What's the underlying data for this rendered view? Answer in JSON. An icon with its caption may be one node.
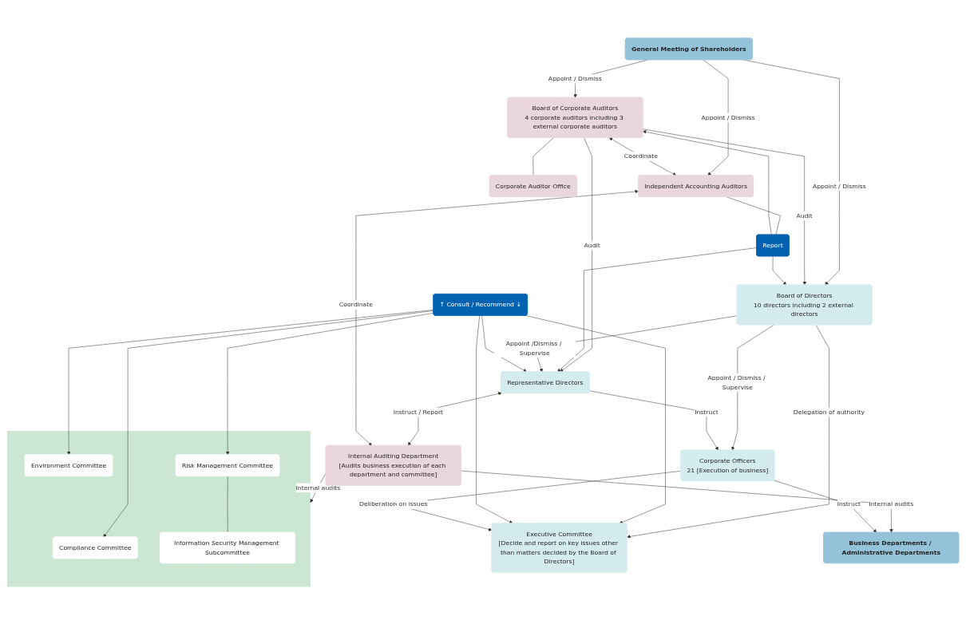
{
  "diagram": {
    "nodes": [
      {
        "text": [
          "General Meeting of Shareholders"
        ]
      },
      {
        "text": [
          "Board of Directors",
          "10 directors including 2 external directors"
        ]
      },
      {
        "text": [
          "Board of Corporate Auditors",
          "4 corporate auditors including 3 external corporate auditors"
        ]
      },
      {
        "text": [
          "Corporate Auditor Office"
        ]
      },
      {
        "text": [
          "Representative Directors"
        ]
      },
      {
        "text": [
          "Report"
        ]
      },
      {
        "text": [
          "Independent Accounting Auditors"
        ]
      },
      {
        "text": [
          "Executive Committee",
          "[Decide and report on key issues other than matters decided by the Board of Directors]"
        ]
      },
      {
        "text": [
          "↑ Consult / Recommend ↓"
        ]
      },
      {
        "text": [],
        "shape": "box"
      },
      {
        "text": [
          "Compliance Committee"
        ],
        "in": 9
      },
      {
        "text": [
          "Environment Committee"
        ],
        "in": 9
      },
      {
        "text": [
          "Risk Management Committee"
        ],
        "in": 9
      },
      {
        "text": [
          "Information Security Management Subcommittee"
        ],
        "in": 9
      },
      {
        "text": [
          "Internal Auditing Department",
          "[Audits business execution of each department and committee]"
        ]
      },
      {
        "text": [
          "Corporate Officers",
          "21 [Execution of business]"
        ]
      },
      {
        "text": [
          "Business Departments / Administrative Departments"
        ]
      }
    ],
    "edges": [
      {
        "from": 0,
        "to": 1,
        "arrow": "to",
        "label": "Appoint / Dismiss"
      },
      {
        "from": 0,
        "to": 2,
        "arrow": "to",
        "label": "Appoint / Dismiss"
      },
      {
        "from": 0,
        "to": 6,
        "arrow": "to",
        "label": "Appoint / Dismiss"
      },
      {
        "from": 2,
        "to": 1,
        "arrow": "to",
        "label": "Audit"
      },
      {
        "from": 2,
        "to": 4,
        "arrow": "to",
        "label": "Audit"
      },
      {
        "from": 2,
        "to": 6,
        "arrow": "both",
        "label": "Coordinate"
      },
      {
        "from": 2,
        "to": 3,
        "arrow": "none"
      },
      {
        "from": 6,
        "to": 5,
        "arrow": "none"
      },
      {
        "from": 5,
        "to": 2,
        "arrow": "to"
      },
      {
        "from": 5,
        "to": 4,
        "arrow": "to"
      },
      {
        "from": 5,
        "to": 1,
        "arrow": "to"
      },
      {
        "from": 1,
        "to": 15,
        "arrow": "to",
        "label": "Appoint / Dismiss / Supervise"
      },
      {
        "from": 1,
        "to": 7,
        "arrow": "to",
        "label": "Delegation of authority"
      },
      {
        "from": 1,
        "to": 4,
        "arrow": "to",
        "label": "Appoint /Dismiss / Supervise"
      },
      {
        "from": 4,
        "to": 15,
        "arrow": "to",
        "label": "Instruct"
      },
      {
        "from": 4,
        "to": 14,
        "arrow": "both",
        "label": "Instruct / Report"
      },
      {
        "from": 8,
        "to": 4,
        "arrow": "to"
      },
      {
        "from": 8,
        "to": 10,
        "arrow": "to"
      },
      {
        "from": 8,
        "to": 7,
        "arrow": "to"
      },
      {
        "from": 8,
        "to": 11,
        "arrow": "to"
      },
      {
        "from": 8,
        "to": 7,
        "arrow": "to"
      },
      {
        "from": 8,
        "to": 12,
        "arrow": "to"
      },
      {
        "from": 6,
        "to": 14,
        "arrow": "both",
        "label": "Coordinate"
      },
      {
        "from": 15,
        "to": 7,
        "arrow": "to",
        "label": "Deliberation on issues"
      },
      {
        "from": 12,
        "to": 13,
        "arrow": "none"
      },
      {
        "from": 14,
        "to": 9,
        "arrow": "to",
        "label": "Internal audits"
      },
      {
        "from": 14,
        "to": 16,
        "arrow": "to",
        "label": "Internal audits"
      },
      {
        "from": 15,
        "to": 16,
        "arrow": "to",
        "label": "Instruct"
      }
    ]
  }
}
